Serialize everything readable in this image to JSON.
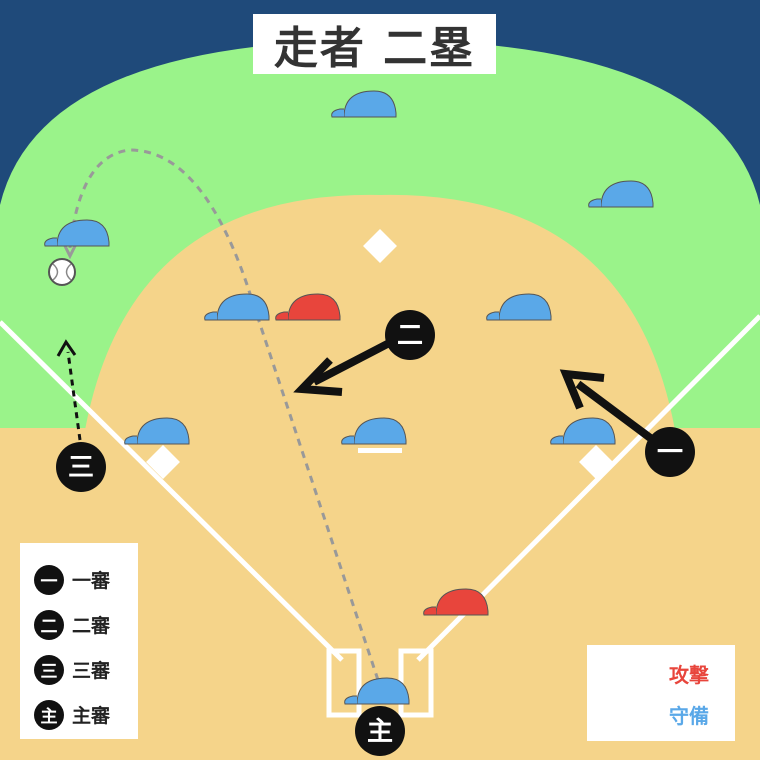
{
  "title": "走者 二塁",
  "legend_umpires": [
    {
      "badge": "一",
      "label": "一審"
    },
    {
      "badge": "二",
      "label": "二審"
    },
    {
      "badge": "三",
      "label": "三審"
    },
    {
      "badge": "主",
      "label": "主審"
    }
  ],
  "legend_teams": [
    {
      "label": "攻撃",
      "color": "#e8453c"
    },
    {
      "label": "守備",
      "color": "#5aa8e8"
    }
  ],
  "umpires": {
    "first": "一",
    "second": "二",
    "third": "三",
    "home": "主"
  },
  "colors": {
    "background": "#1f4a7a",
    "outfield_grass": "#9af38a",
    "infield_dirt": "#f5d48a",
    "offense_cap": "#e8453c",
    "defense_cap": "#5aa8e8",
    "umpire": "#111111"
  }
}
